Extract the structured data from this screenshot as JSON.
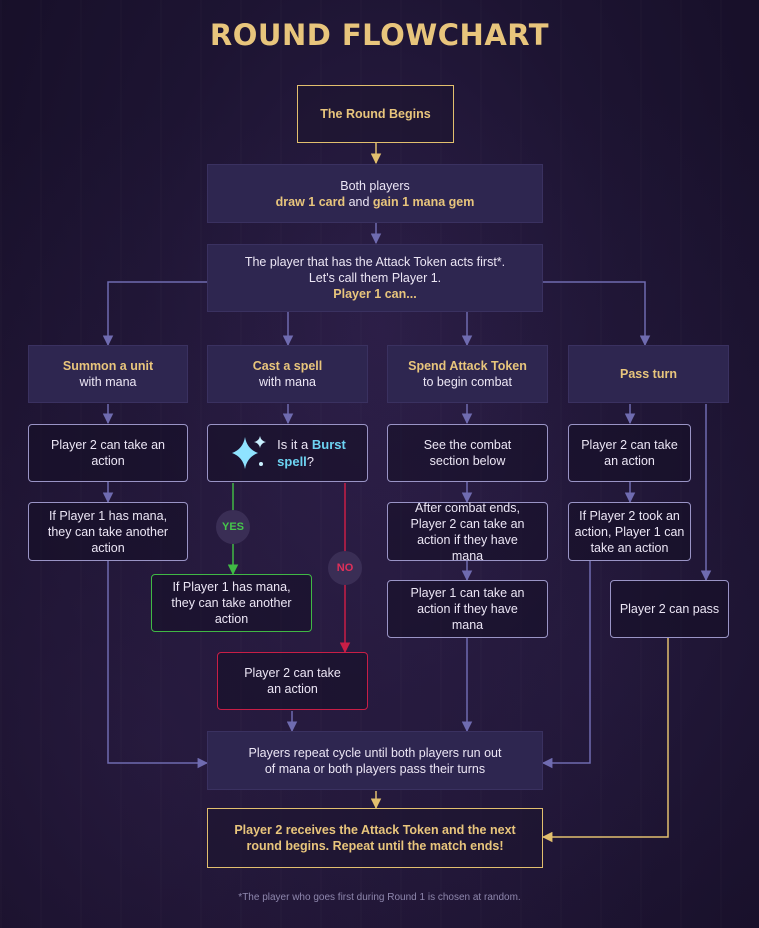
{
  "title": "ROUND FLOWCHART",
  "start": "The Round Begins",
  "draw": {
    "line1": "Both players",
    "bold1": "draw 1 card",
    "mid": " and ",
    "bold2": "gain 1 mana gem"
  },
  "attack_token": {
    "line1": "The player that has the Attack Token acts first*.",
    "line2": "Let's call them Player 1.",
    "line3": "Player 1 can..."
  },
  "summon": {
    "title": "Summon a unit",
    "sub": "with mana",
    "step1": "Player 2 can take an action",
    "step2": "If Player 1 has mana, they can take another action"
  },
  "spell": {
    "title": "Cast a spell",
    "sub": "with mana",
    "question_pre": "Is it a ",
    "question_burst": "Burst",
    "question_line2": "spell",
    "question_post": "?",
    "yes": "YES",
    "no": "NO",
    "yes_result": "If Player 1 has mana, they can take another action",
    "no_result": "Player 2 can take an action",
    "sparkle_icon": "sparkle-icon"
  },
  "combat": {
    "title": "Spend Attack Token",
    "sub": "to begin combat",
    "step1": "See the combat section below",
    "step2": "After combat ends, Player 2 can take an action if they have mana",
    "step3": "Player 1 can take an action if they have mana"
  },
  "pass": {
    "title": "Pass turn",
    "step1": "Player 2 can take an action",
    "step2": "If Player 2 took an action, Player 1 can take an action",
    "step3": "Player 2 can pass"
  },
  "repeat": "Players repeat cycle until both players run out of mana or both players pass their turns",
  "end": "Player 2 receives the Attack Token and the next round begins. Repeat until the match ends!",
  "footnote": "*The player who goes first during Round 1 is chosen at random.",
  "colors": {
    "gold": "#e8c57c",
    "burst": "#6dd3f2",
    "yes": "#46c64b",
    "no": "#e0305a",
    "arrow": "#6f6bb0"
  }
}
